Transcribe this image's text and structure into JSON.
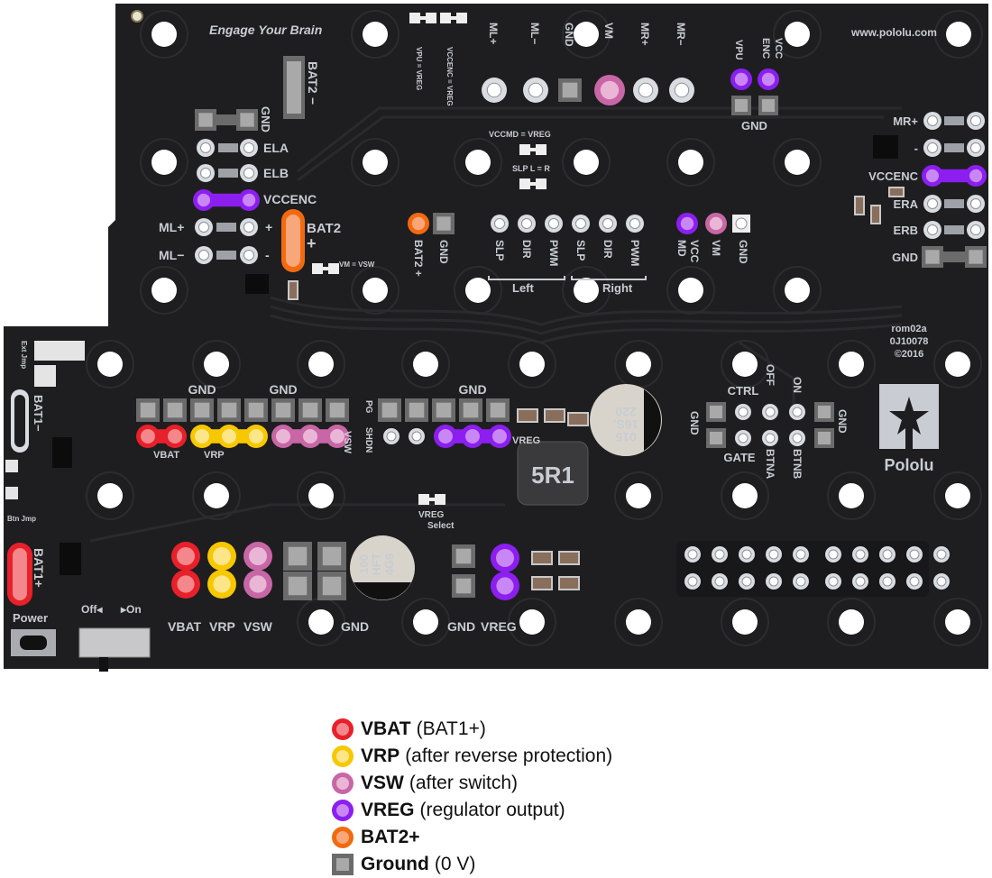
{
  "colors": {
    "vbat": {
      "ring": "#e8202a",
      "fill": "#f4878c"
    },
    "vrp": {
      "ring": "#f7c800",
      "fill": "#fde58a"
    },
    "vsw": {
      "ring": "#c866a6",
      "fill": "#e9b6d6"
    },
    "vreg": {
      "ring": "#8c1ff0",
      "fill": "#c987f5"
    },
    "bat2": {
      "ring": "#f26a10",
      "fill": "#f8a77a"
    },
    "gnd": {
      "ring": "#6b6b6b",
      "fill": "#a9a9a9"
    },
    "board": "#1e1e20"
  },
  "board": {
    "slogan": "Engage Your Brain",
    "url": "www.pololu.com",
    "revision": [
      "rom02a",
      "0J10078",
      "©2016"
    ],
    "logo_text": "Pololu",
    "cap_large": [
      "220",
      "16S.",
      "015"
    ],
    "cap_small": [
      "100",
      "HFT",
      "4G9"
    ],
    "inductor": "5R1",
    "jumpers": {
      "vpu": "VPU = VREG",
      "vccenc": "VCCENC = VREG",
      "vccmd": "VCCMD = VREG",
      "slp": "SLP L = R",
      "vm": "VM = VSW",
      "ext": "Ext Jmp",
      "btn": "Btn Jmp",
      "vreg_select": [
        "VREG",
        "Select"
      ]
    },
    "top_header": [
      "ML+",
      "ML−",
      "GND",
      "VM",
      "MR+",
      "MR−"
    ],
    "vpu_vcc": {
      "vpu": "VPU",
      "vcc_enc": [
        "VCC",
        "ENC"
      ],
      "gnd": "GND"
    },
    "left_encoder": {
      "gnd": "GND",
      "bat2_minus": [
        "BAT2",
        "−"
      ],
      "ela": "ELA",
      "elb": "ELB",
      "vccenc": "VCCENC",
      "mlp": "ML+",
      "mlm": "ML−",
      "plus": "+",
      "minus": "-",
      "bat2_plus": [
        "BAT2",
        "+"
      ]
    },
    "right_encoder": {
      "mrp": "MR+",
      "minus": "-",
      "vccenc": "VCCENC",
      "era": "ERA",
      "erb": "ERB",
      "gnd": "GND"
    },
    "mid_header": [
      "BAT2 +",
      "GND",
      "SLP",
      "DIR",
      "PWM",
      "SLP",
      "DIR",
      "PWM",
      "VCC MD",
      "VM",
      "GND"
    ],
    "mid_groups": [
      "Left",
      "Right"
    ],
    "power_row": {
      "gnd1": "GND",
      "gnd2": "GND",
      "vbat": "VBAT",
      "vrp": "VRP",
      "vsw": "VSW",
      "gnd3": "GND",
      "pg": "PG",
      "shdn": "SHDN",
      "vreg": "VREG"
    },
    "ctrl": {
      "ctrl": "CTRL",
      "off": "OFF",
      "on": "ON",
      "gnd": "GND",
      "gate": "GATE",
      "btna": "BTNA",
      "btnb": "BTNB"
    },
    "bottom_power": [
      "VBAT",
      "VRP",
      "VSW",
      "GND",
      "GND",
      "VREG"
    ],
    "bat1_minus": "BAT1−",
    "bat1_plus": "BAT1+",
    "power_button": "Power",
    "switch_labels": {
      "off": "Off◂",
      "on": "▸On"
    }
  },
  "legend": [
    {
      "key": "vbat",
      "bold": "VBAT",
      "text": "(BAT1+)",
      "shape": "circle"
    },
    {
      "key": "vrp",
      "bold": "VRP",
      "text": "(after reverse protection)",
      "shape": "circle"
    },
    {
      "key": "vsw",
      "bold": "VSW",
      "text": "(after switch)",
      "shape": "circle"
    },
    {
      "key": "vreg",
      "bold": "VREG",
      "text": "(regulator output)",
      "shape": "circle"
    },
    {
      "key": "bat2",
      "bold": "BAT2+",
      "text": "",
      "shape": "circle"
    },
    {
      "key": "gnd",
      "bold": "Ground",
      "text": "(0 V)",
      "shape": "square"
    }
  ]
}
